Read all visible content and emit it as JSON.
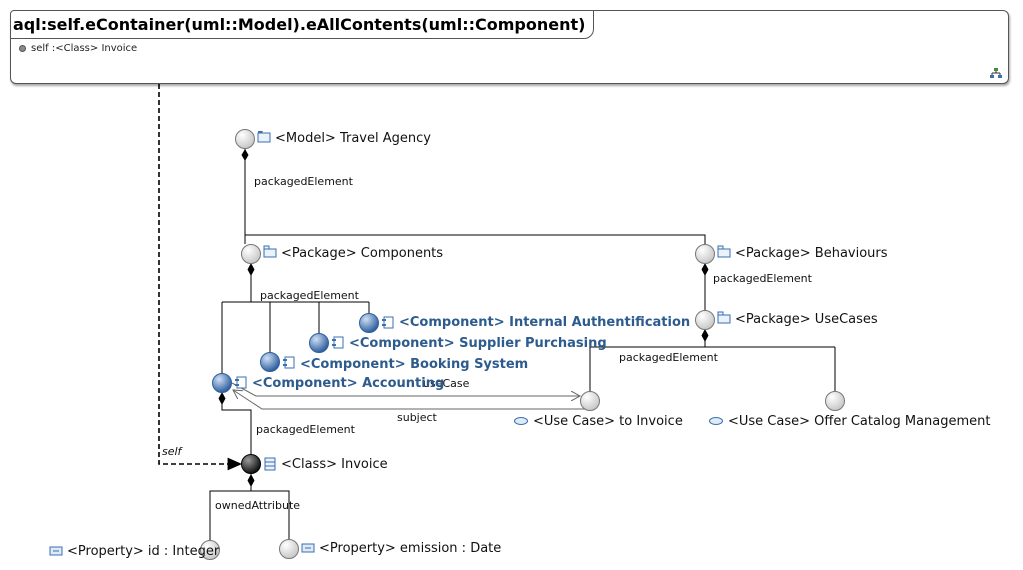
{
  "header": {
    "query": "aql:self.eContainer(uml::Model).eAllContents(uml::Component)",
    "variable": "self :<Class> Invoice"
  },
  "nodes": {
    "model": "<Model> Travel Agency",
    "pkg_components": "<Package> Components",
    "pkg_behaviours": "<Package> Behaviours",
    "pkg_usecases": "<Package> UseCases",
    "comp_internal": "<Component> Internal Authentification",
    "comp_supplier": "<Component> Supplier Purchasing",
    "comp_booking": "<Component> Booking System",
    "comp_accounting": "<Component> Accounting",
    "uc_invoice": "<Use Case> to Invoice",
    "uc_offer": "<Use Case> Offer Catalog Management",
    "class_invoice": "<Class> Invoice",
    "prop_id": "<Property> id : Integer",
    "prop_emission": "<Property> emission : Date"
  },
  "edges": {
    "model_pkg": "packagedElement",
    "components_pkg": "packagedElement",
    "behaviours_pkg": "packagedElement",
    "usecases_pkg": "packagedElement",
    "usecase": "useCase",
    "subject": "subject",
    "accounting_pkg": "packagedElement",
    "owned_attribute": "ownedAttribute",
    "self": "self"
  },
  "colors": {
    "component_text": "#2d5b8e",
    "component_node": "#5b86c0",
    "class_node": "#222222",
    "plain_node": "#dddddd"
  }
}
